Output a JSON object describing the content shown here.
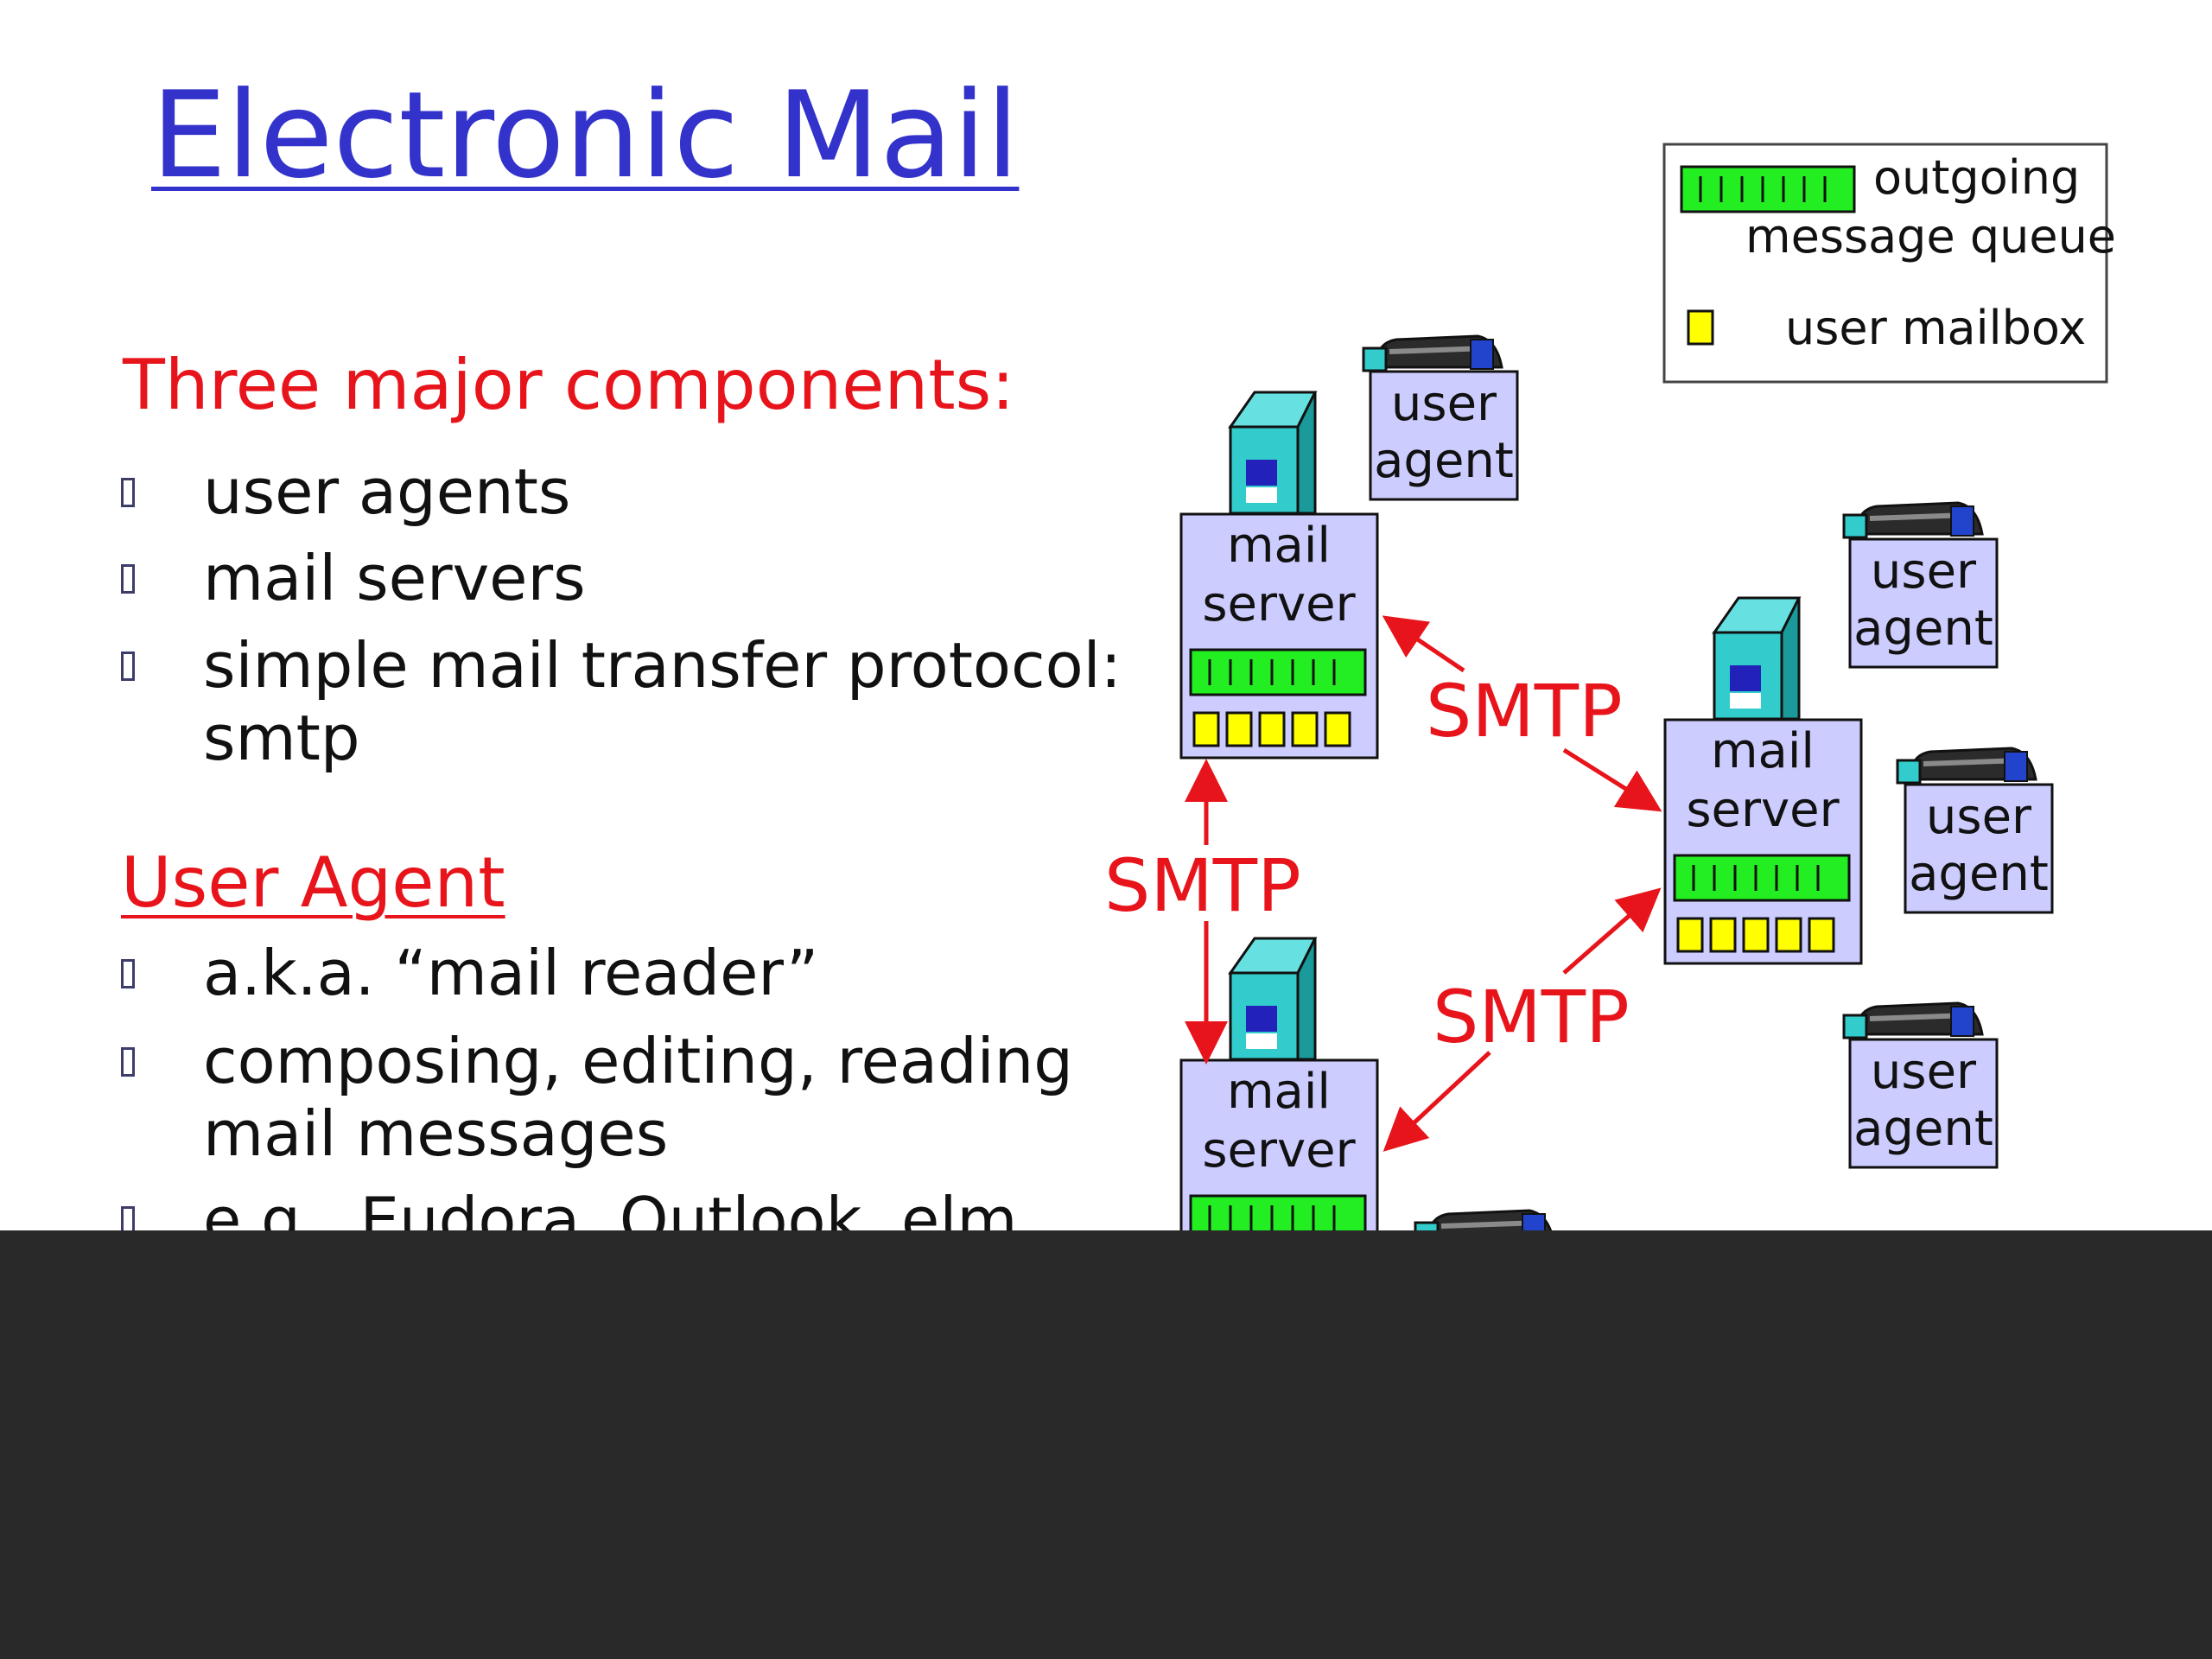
{
  "slide": {
    "title": "Electronic Mail",
    "components_heading": "Three major components:",
    "components": [
      "user agents",
      "mail servers",
      "simple mail transfer protocol: smtp"
    ],
    "user_agent_heading": "User Agent",
    "user_agent_points": [
      "a.k.a. “mail reader”",
      "composing, editing, reading mail messages",
      "e.g., Eudora, Outlook, elm,"
    ]
  },
  "diagram": {
    "legend": {
      "queue_label_1": "outgoing",
      "queue_label_2": "message queue",
      "mailbox_label": "user mailbox"
    },
    "mail_server_line1": "mail",
    "mail_server_line2": "server",
    "user_agent_line1": "user",
    "user_agent_line2": "agent",
    "protocol_label": "SMTP"
  },
  "colors": {
    "title": "#3333cc",
    "heading": "#e8141b",
    "server_fill": "#ccccff",
    "queue_green": "#22ee22",
    "mailbox_yellow": "#ffff00",
    "computer_teal": "#33cccc",
    "arrow_red": "#e8141b",
    "bottom_bar": "#292929"
  }
}
